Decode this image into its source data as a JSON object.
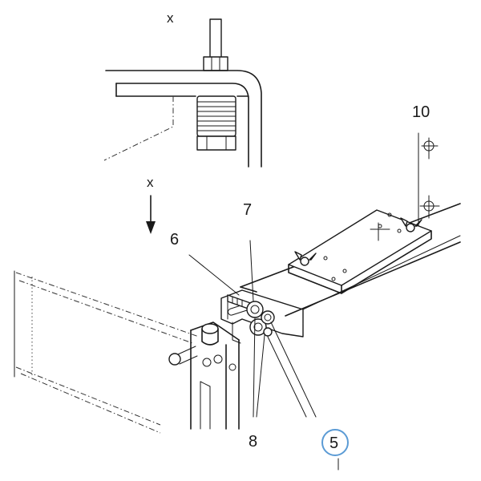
{
  "diagram": {
    "detail_label": "x",
    "view_arrow_label": "x",
    "callouts": {
      "c5": "5",
      "c6": "6",
      "c7": "7",
      "c8": "8",
      "c10": "10"
    },
    "highlight_color": "#5b9bd5",
    "line_color": "#1a1a1a"
  }
}
